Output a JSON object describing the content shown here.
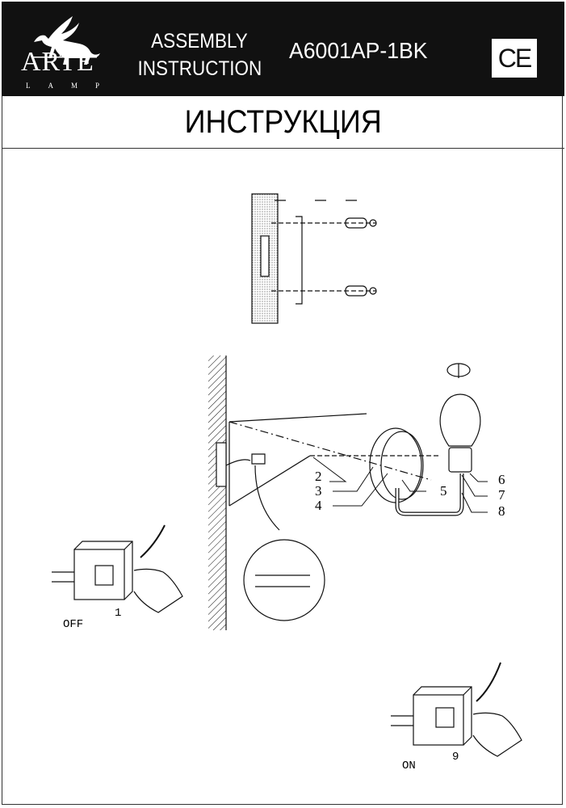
{
  "header": {
    "brand": "ARTE",
    "brand_sub": "LAMP",
    "doc_type_line1": "ASSEMBLY",
    "doc_type_line2": "INSTRUCTION",
    "model": "A6001AP-1BK",
    "certification": "CE"
  },
  "title": "ИНСТРУКЦИЯ",
  "diagram": {
    "part_labels": [
      "2",
      "3",
      "4",
      "5",
      "6",
      "7",
      "8"
    ],
    "step_off": {
      "number": "1",
      "state": "OFF"
    },
    "step_on": {
      "number": "9",
      "state": "ON"
    }
  }
}
